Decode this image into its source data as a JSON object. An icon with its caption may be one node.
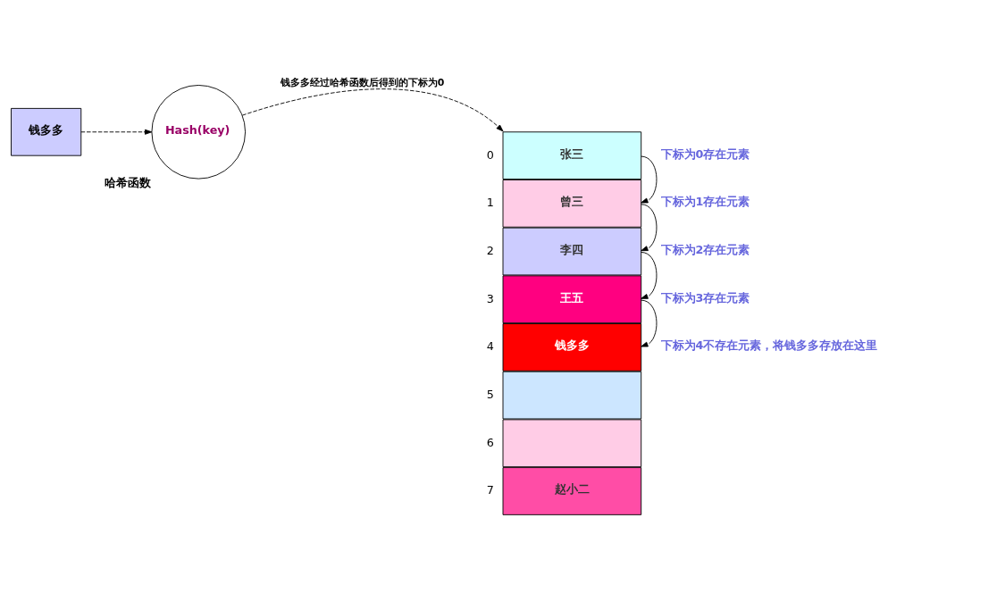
{
  "diagram": {
    "nodes": [
      {
        "text": [
          "钱多多"
        ]
      },
      {
        "text": [
          "Hash(key)"
        ],
        "beside": [
          "哈希函数"
        ]
      },
      {
        "text": [
          "张三"
        ],
        "beside": [
          "0",
          "下标为0存在元素"
        ]
      },
      {
        "text": [
          "曾三"
        ],
        "beside": [
          "1",
          "下标为1存在元素"
        ]
      },
      {
        "text": [
          "李四"
        ],
        "beside": [
          "2",
          "下标为2存在元素"
        ]
      },
      {
        "text": [
          "王五"
        ],
        "beside": [
          "3",
          "下标为3存在元素"
        ]
      },
      {
        "text": [
          "钱多多"
        ],
        "beside": [
          "4",
          "下标为4不存在元素，将钱多多存放在这里"
        ]
      },
      {
        "text": [],
        "shape": "box",
        "beside": [
          "5"
        ]
      },
      {
        "text": [],
        "shape": "box",
        "beside": [
          "6"
        ]
      },
      {
        "text": [
          "赵小二"
        ],
        "beside": [
          "7"
        ]
      }
    ],
    "edges": [
      {
        "from": 0,
        "to": 1,
        "arrow": "to",
        "style": "dashed"
      },
      {
        "from": 1,
        "to": 2,
        "arrow": "to",
        "style": "dashed",
        "label": "钱多多经过哈希函数后得到的下标为0"
      },
      {
        "from": 2,
        "to": 3,
        "arrow": "to"
      },
      {
        "from": 3,
        "to": 4,
        "arrow": "to"
      },
      {
        "from": 4,
        "to": 5,
        "arrow": "to"
      },
      {
        "from": 5,
        "to": 6,
        "arrow": "to"
      }
    ]
  }
}
